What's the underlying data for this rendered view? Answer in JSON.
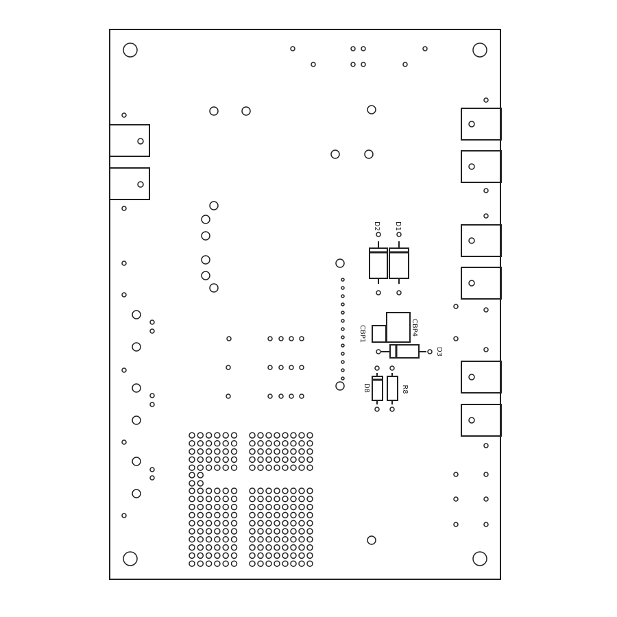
{
  "board": {
    "outline_color": "#222222",
    "background": "#ffffff"
  },
  "components": {
    "d1": "D1",
    "d2": "D2",
    "cbp1": "CBP1",
    "cbp4": "CBP4",
    "d3": "D3",
    "d8": "D8",
    "r8": "R8"
  }
}
